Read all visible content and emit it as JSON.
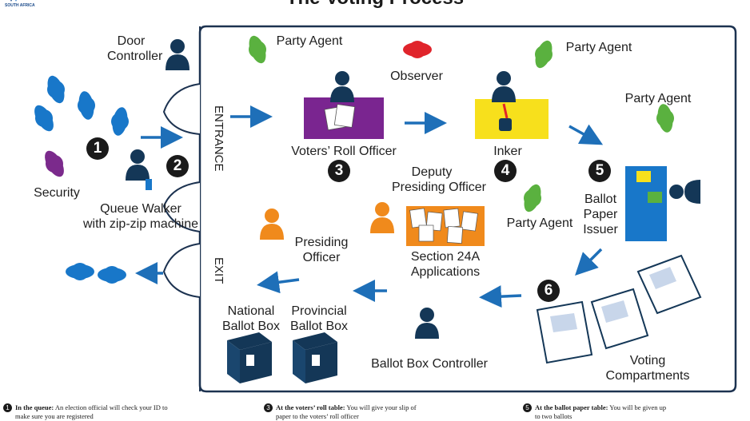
{
  "header": {
    "title": "The Voting Process",
    "logo_text": "SOUTH AFRICA"
  },
  "colors": {
    "voter_blue": "#1877c9",
    "staff_navy": "#143757",
    "party_agent_green": "#5ab13f",
    "observer_red": "#e0242b",
    "security_purple": "#7b2a8c",
    "presiding_orange": "#f08a1c",
    "arrow_blue": "#1e6fb8",
    "floor_border": "#1c3250"
  },
  "labels": {
    "door_controller": [
      "Door",
      "Controller"
    ],
    "security": "Security",
    "queue_walker": [
      "Queue Walker",
      "with zip-zip machine"
    ],
    "entrance": "ENTRANCE",
    "exit": "EXIT",
    "party_agent_1": "Party Agent",
    "party_agent_2": "Party Agent",
    "party_agent_3": "Party Agent",
    "party_agent_4": "Party Agent",
    "observer": "Observer",
    "voters_roll_officer": "Voters’ Roll Officer",
    "inker": "Inker",
    "deputy_presiding_officer": [
      "Deputy",
      "Presiding Officer"
    ],
    "ballot_paper_issuer": [
      "Ballot",
      "Paper",
      "Issuer"
    ],
    "presiding_officer": [
      "Presiding",
      "Officer"
    ],
    "section_24a": [
      "Section 24A",
      "Applications"
    ],
    "national_ballot_box": [
      "National",
      "Ballot Box"
    ],
    "provincial_ballot_box": [
      "Provincial",
      "Ballot Box"
    ],
    "ballot_box_controller": "Ballot Box Controller",
    "voting_compartments": [
      "Voting",
      "Compartments"
    ]
  },
  "steps": [
    "1",
    "2",
    "3",
    "4",
    "5",
    "6"
  ],
  "footer": [
    {
      "num": "1",
      "bold": "In the queue:",
      "text": " An election official will check your ID to",
      "line2": "make sure you are registered"
    },
    {
      "num": "3",
      "bold": "At the voters’ roll table:",
      "text": " You will give your slip of",
      "line2": "paper to the voters’ roll officer"
    },
    {
      "num": "5",
      "bold": "At the ballot paper table:",
      "text": " You will be given up",
      "line2": "to two ballots"
    }
  ]
}
